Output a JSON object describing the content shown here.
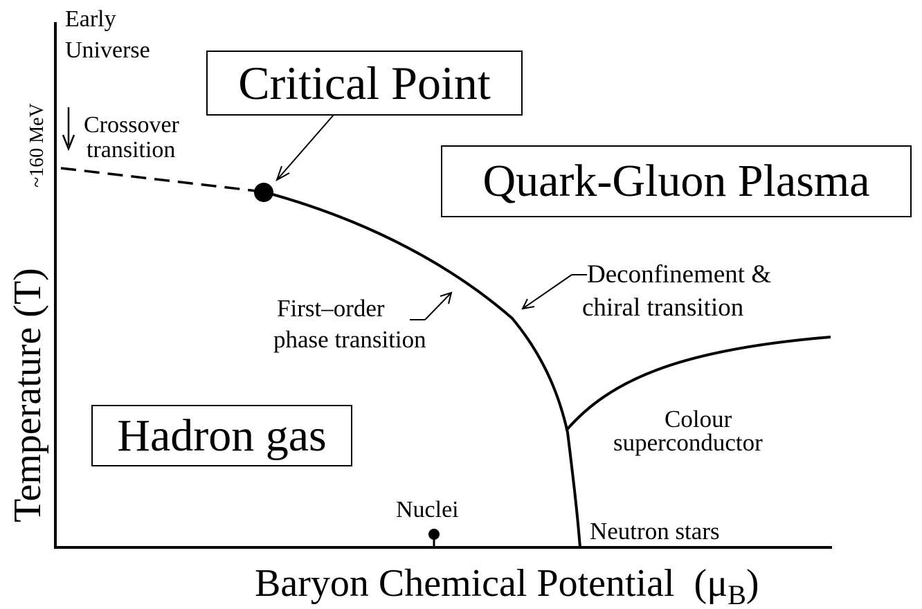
{
  "axes": {
    "y_label": "Temperature (T)",
    "x_label_main": "Baryon Chemical Potential",
    "x_label_mu": "(μ",
    "x_label_sub": "B",
    "x_label_close": ")",
    "y_tick": "~160 MeV"
  },
  "labels": {
    "early_universe_1": "Early",
    "early_universe_2": "Universe",
    "crossover_1": "Crossover",
    "crossover_2": "transition",
    "critical_point": "Critical Point",
    "qgp": "Quark-Gluon Plasma",
    "deconf_1": "Deconfinement &",
    "deconf_2": "chiral transition",
    "first_order_1": "First–order",
    "first_order_2": "phase transition",
    "hadron_gas": "Hadron gas",
    "colour_1": "Colour",
    "colour_2": "superconductor",
    "nuclei": "Nuclei",
    "neutron_stars": "Neutron stars"
  },
  "colors": {
    "ink": "#000000",
    "background": "#ffffff"
  }
}
